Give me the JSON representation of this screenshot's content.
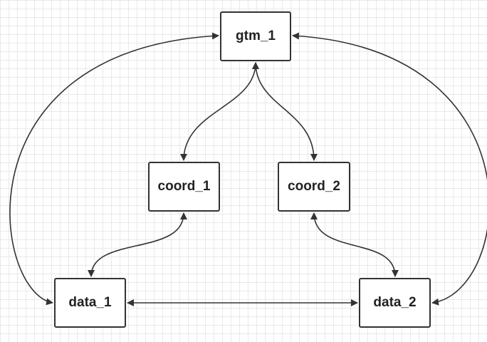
{
  "diagram": {
    "nodes": {
      "gtm_1": "gtm_1",
      "coord_1": "coord_1",
      "coord_2": "coord_2",
      "data_1": "data_1",
      "data_2": "data_2"
    },
    "edges": [
      {
        "from": "gtm_1",
        "to": "coord_1",
        "direction": "bidirectional"
      },
      {
        "from": "gtm_1",
        "to": "coord_2",
        "direction": "bidirectional"
      },
      {
        "from": "coord_1",
        "to": "data_1",
        "direction": "bidirectional"
      },
      {
        "from": "coord_2",
        "to": "data_2",
        "direction": "bidirectional"
      },
      {
        "from": "data_1",
        "to": "data_2",
        "direction": "bidirectional"
      },
      {
        "from": "gtm_1",
        "to": "data_1",
        "direction": "bidirectional"
      },
      {
        "from": "gtm_1",
        "to": "data_2",
        "direction": "bidirectional"
      }
    ],
    "colors": {
      "stroke": "#333333",
      "text": "#222222",
      "grid": "#e9e9e9"
    }
  }
}
